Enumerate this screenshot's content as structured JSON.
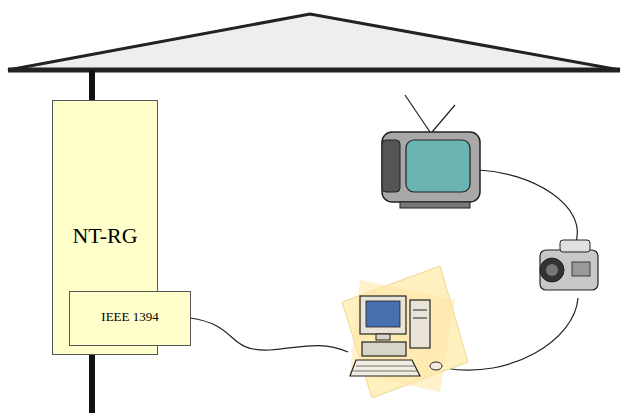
{
  "diagram": {
    "nodes": [
      {
        "text": [
          "NT-RG"
        ]
      },
      {
        "text": [
          "IEEE 1394"
        ],
        "in": 0
      }
    ]
  }
}
